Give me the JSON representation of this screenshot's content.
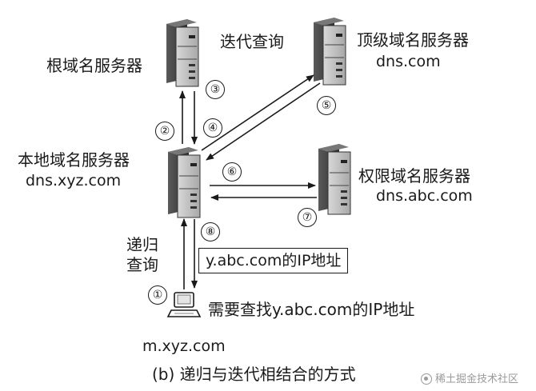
{
  "nodes": {
    "root_server": {
      "name": "根域名服务器"
    },
    "tld_server": {
      "name": "顶级域名服务器",
      "domain": "dns.com"
    },
    "local_server": {
      "name": "本地域名服务器",
      "domain": "dns.xyz.com"
    },
    "auth_server": {
      "name": "权限域名服务器",
      "domain": "dns.abc.com"
    },
    "host": {
      "domain": "m.xyz.com"
    }
  },
  "labels": {
    "iterative_query": "迭代查询",
    "recursive_query_line1": "递归",
    "recursive_query_line2": "查询",
    "host_request": "需要查找y.abc.com的IP地址",
    "answer_box": "y.abc.com的IP地址"
  },
  "steps": [
    "①",
    "②",
    "③",
    "④",
    "⑤",
    "⑥",
    "⑦",
    "⑧"
  ],
  "caption": "(b) 递归与迭代相结合的方式",
  "watermark": "稀土掘金技术社区"
}
